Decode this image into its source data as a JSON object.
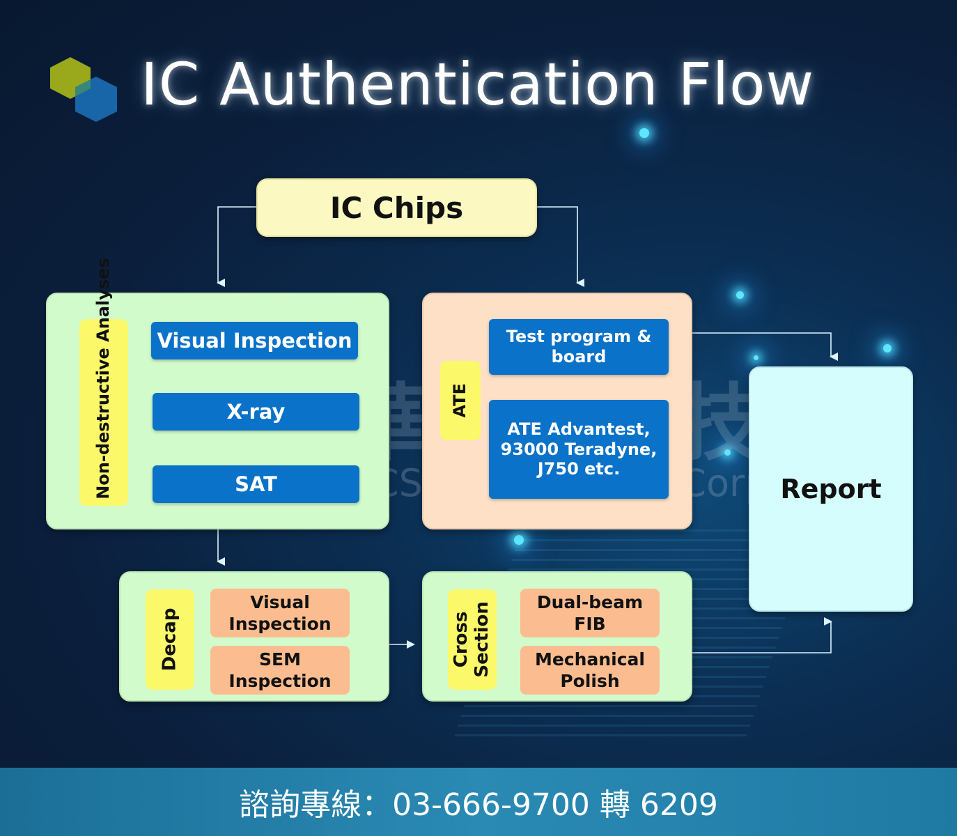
{
  "title": "IC Authentication Flow",
  "start": {
    "label": "IC Chips"
  },
  "non_destructive": {
    "label": "Non-destructive Analyses",
    "steps": [
      "Visual Inspection",
      "X-ray",
      "SAT"
    ]
  },
  "ate": {
    "label": "ATE",
    "items": [
      "Test program & board",
      "ATE Advantest, 93000 Teradyne, J750 etc."
    ]
  },
  "decap": {
    "label": "Decap",
    "items": [
      "Visual\nInspection",
      "SEM\nInspection"
    ]
  },
  "cross_section": {
    "label": "Cross Section",
    "items": [
      "Dual-beam\nFIB",
      "Mechanical\nPolish"
    ]
  },
  "report": {
    "label": "Report"
  },
  "watermark": {
    "chinese": "華證科技",
    "english": "VCSP Technology Corp."
  },
  "footer": {
    "contact": "諮詢專線：03-666-9700 轉 6209"
  },
  "colors": {
    "background": "#0b2e52",
    "box_green": "#d2fbcc",
    "box_peach": "#fde0c6",
    "box_cyan": "#d6fdfd",
    "label_yellow": "#fbf86a",
    "step_blue": "#0a72c8",
    "step_orange": "#fbbd8f",
    "footer": "#2a8ab4"
  }
}
